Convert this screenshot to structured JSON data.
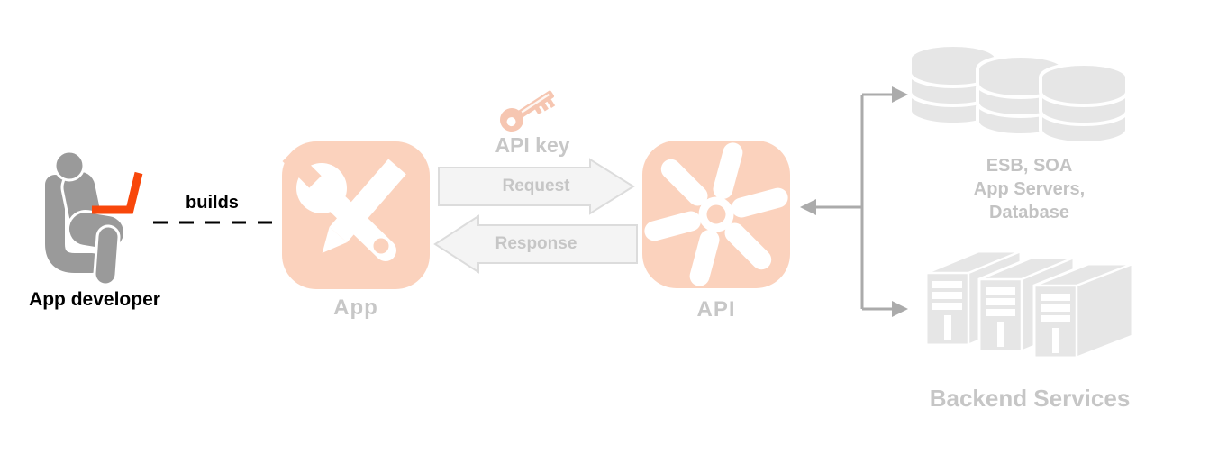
{
  "colors": {
    "icon_background": "#FBD2BD",
    "icon_glyph": "#FFFFFF",
    "api_key_fill": "#F6C6B1",
    "laptop_orange": "#F8470B",
    "person_gray": "#9A9A9A",
    "backend_shape_gray": "#E6E6E6",
    "connector_gray": "#ABABAB",
    "arrow_fill": "#F4F4F4",
    "arrow_border": "#DCDCDC",
    "muted_label_gray": "#C7C7C7",
    "black_text": "#000000"
  },
  "developer": {
    "label": "App developer",
    "relation_label": "builds"
  },
  "app": {
    "label": "App"
  },
  "api": {
    "label": "API"
  },
  "api_key": {
    "label": "API key"
  },
  "arrows": {
    "request": "Request",
    "response": "Response"
  },
  "backend": {
    "top_lines": [
      "ESB, SOA",
      "App Servers,",
      "Database"
    ],
    "bottom_label": "Backend Services"
  }
}
